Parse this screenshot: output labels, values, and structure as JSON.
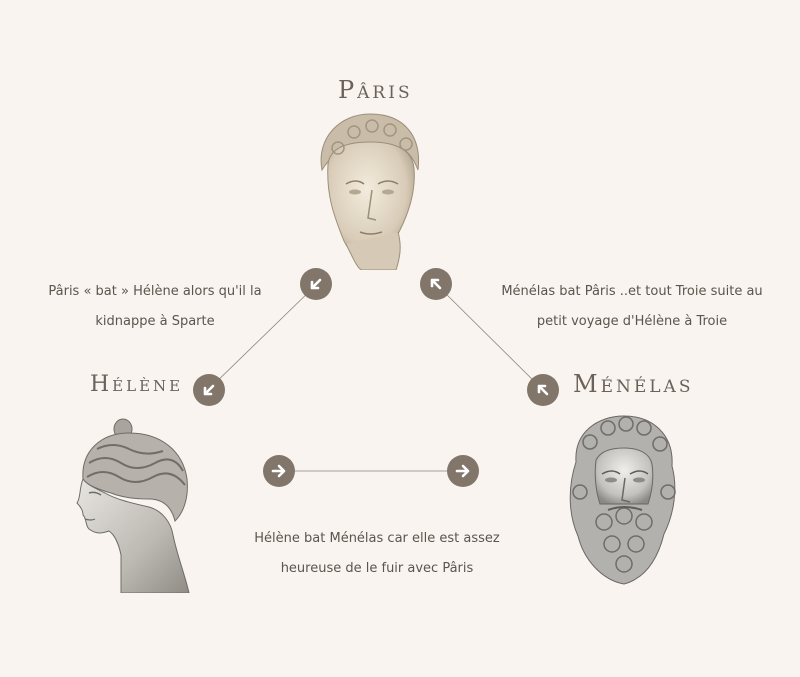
{
  "characters": {
    "paris": {
      "name": "Pâris",
      "icon": "bust-paris-icon"
    },
    "helene": {
      "name": "Hélène",
      "icon": "bust-helene-icon"
    },
    "menelas": {
      "name": "Ménélas",
      "icon": "bust-menelas-icon"
    }
  },
  "captions": {
    "paris_beats_helene": {
      "line1": "Pâris « bat » Hélène alors qu'il la",
      "line2": "kidnappe à Sparte"
    },
    "menelas_beats_paris": {
      "line1": "Ménélas bat Pâris ..et tout Troie suite au",
      "line2": "petit voyage d'Hélène à Troie"
    },
    "helene_beats_menelas": {
      "line1": "Hélène bat Ménélas car elle est assez",
      "line2": "heureuse de le fuir avec Pâris"
    }
  },
  "colors": {
    "background": "#f9f4ef",
    "arrow_button": "#82766b",
    "text": "#5d544d",
    "line": "#8c857e"
  }
}
